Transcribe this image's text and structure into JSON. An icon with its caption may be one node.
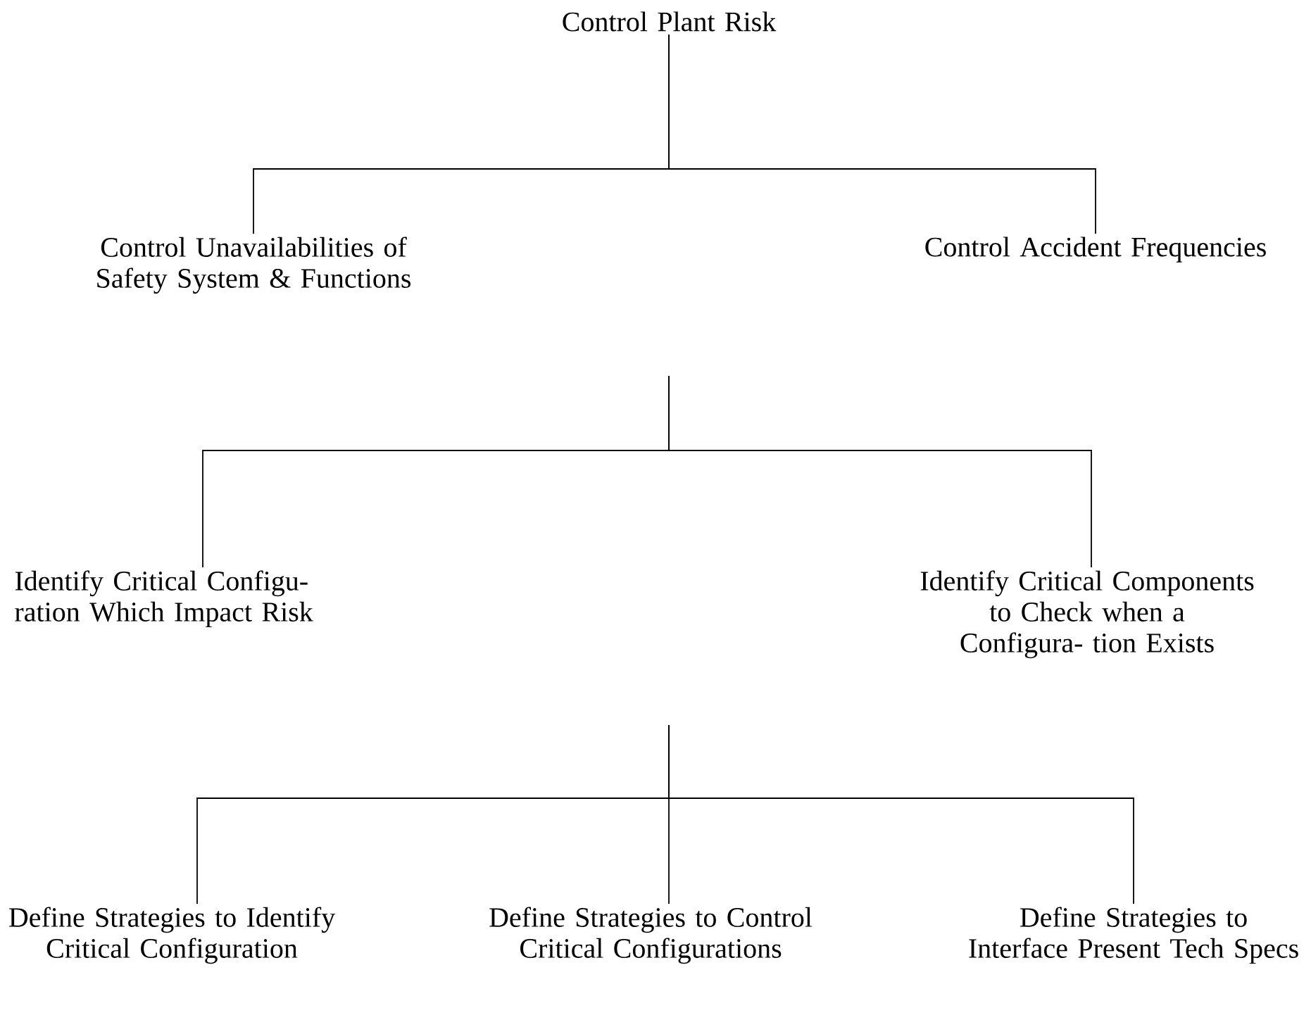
{
  "diagram": {
    "nodes": [
      {
        "text": [
          "Control Plant Risk"
        ]
      },
      {
        "text": [
          "Control Unavailabilities of Safety System & Functions"
        ]
      },
      {
        "text": [
          "Control Accident Frequencies"
        ]
      },
      {
        "text": [
          "Identify Critical Configu- ration Which Impact Risk"
        ]
      },
      {
        "text": [
          "Identify Critical Components to Check when a Configura- tion Exists"
        ]
      },
      {
        "text": [
          "Define Strategies to Identify Critical Configuration"
        ]
      },
      {
        "text": [
          "Define Strategies to Control Critical Configurations"
        ]
      },
      {
        "text": [
          "Define Strategies to Interface Present Tech Specs"
        ]
      }
    ],
    "edges": [
      {
        "from": 0,
        "to": 1,
        "arrow": "none"
      },
      {
        "from": 0,
        "to": 2,
        "arrow": "none"
      },
      {
        "from": null,
        "to": 3,
        "arrow": "none"
      },
      {
        "from": null,
        "to": 4,
        "arrow": "none"
      },
      {
        "from": null,
        "to": 5,
        "arrow": "none"
      },
      {
        "from": null,
        "to": 6,
        "arrow": "none"
      },
      {
        "from": null,
        "to": 7,
        "arrow": "none"
      }
    ]
  }
}
